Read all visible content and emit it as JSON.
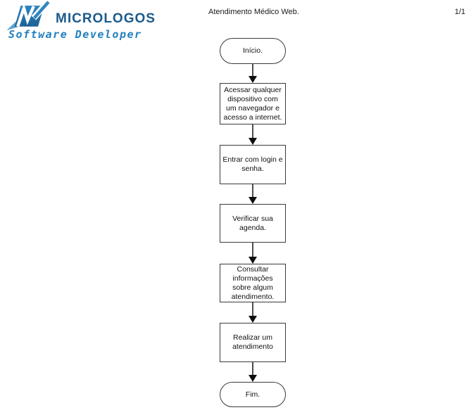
{
  "theme": {
    "brand_blue": "#1a5a8c",
    "tagline_blue": "#2380be",
    "icon_blue": "#2e86c1",
    "icon_blue_dark": "#1e6294",
    "icon_blue_light": "#5b9fd0",
    "line_color": "#4d4d4d",
    "border_color": "#3a3a3a",
    "node_fill": "#ffffff",
    "text_color": "#111111"
  },
  "header": {
    "brand": "Micrologos",
    "tagline": "Software Developer",
    "title": "Atendimento Médico Web.",
    "page_number": "1/1"
  },
  "flowchart": {
    "nodes": [
      {
        "id": "start",
        "type": "terminator",
        "label": "Início."
      },
      {
        "id": "step-1",
        "type": "process",
        "label": "Acessar qualquer dispositivo com um navegador e acesso a internet."
      },
      {
        "id": "step-2",
        "type": "process",
        "label": "Entrar com login e senha."
      },
      {
        "id": "step-3",
        "type": "process",
        "label": "Verificar sua agenda."
      },
      {
        "id": "step-4",
        "type": "process",
        "label": "Consultar informações sobre algum atendimento."
      },
      {
        "id": "step-5",
        "type": "process",
        "label": "Realizar um atendimento"
      },
      {
        "id": "end",
        "type": "terminator",
        "label": "Fim."
      }
    ]
  }
}
